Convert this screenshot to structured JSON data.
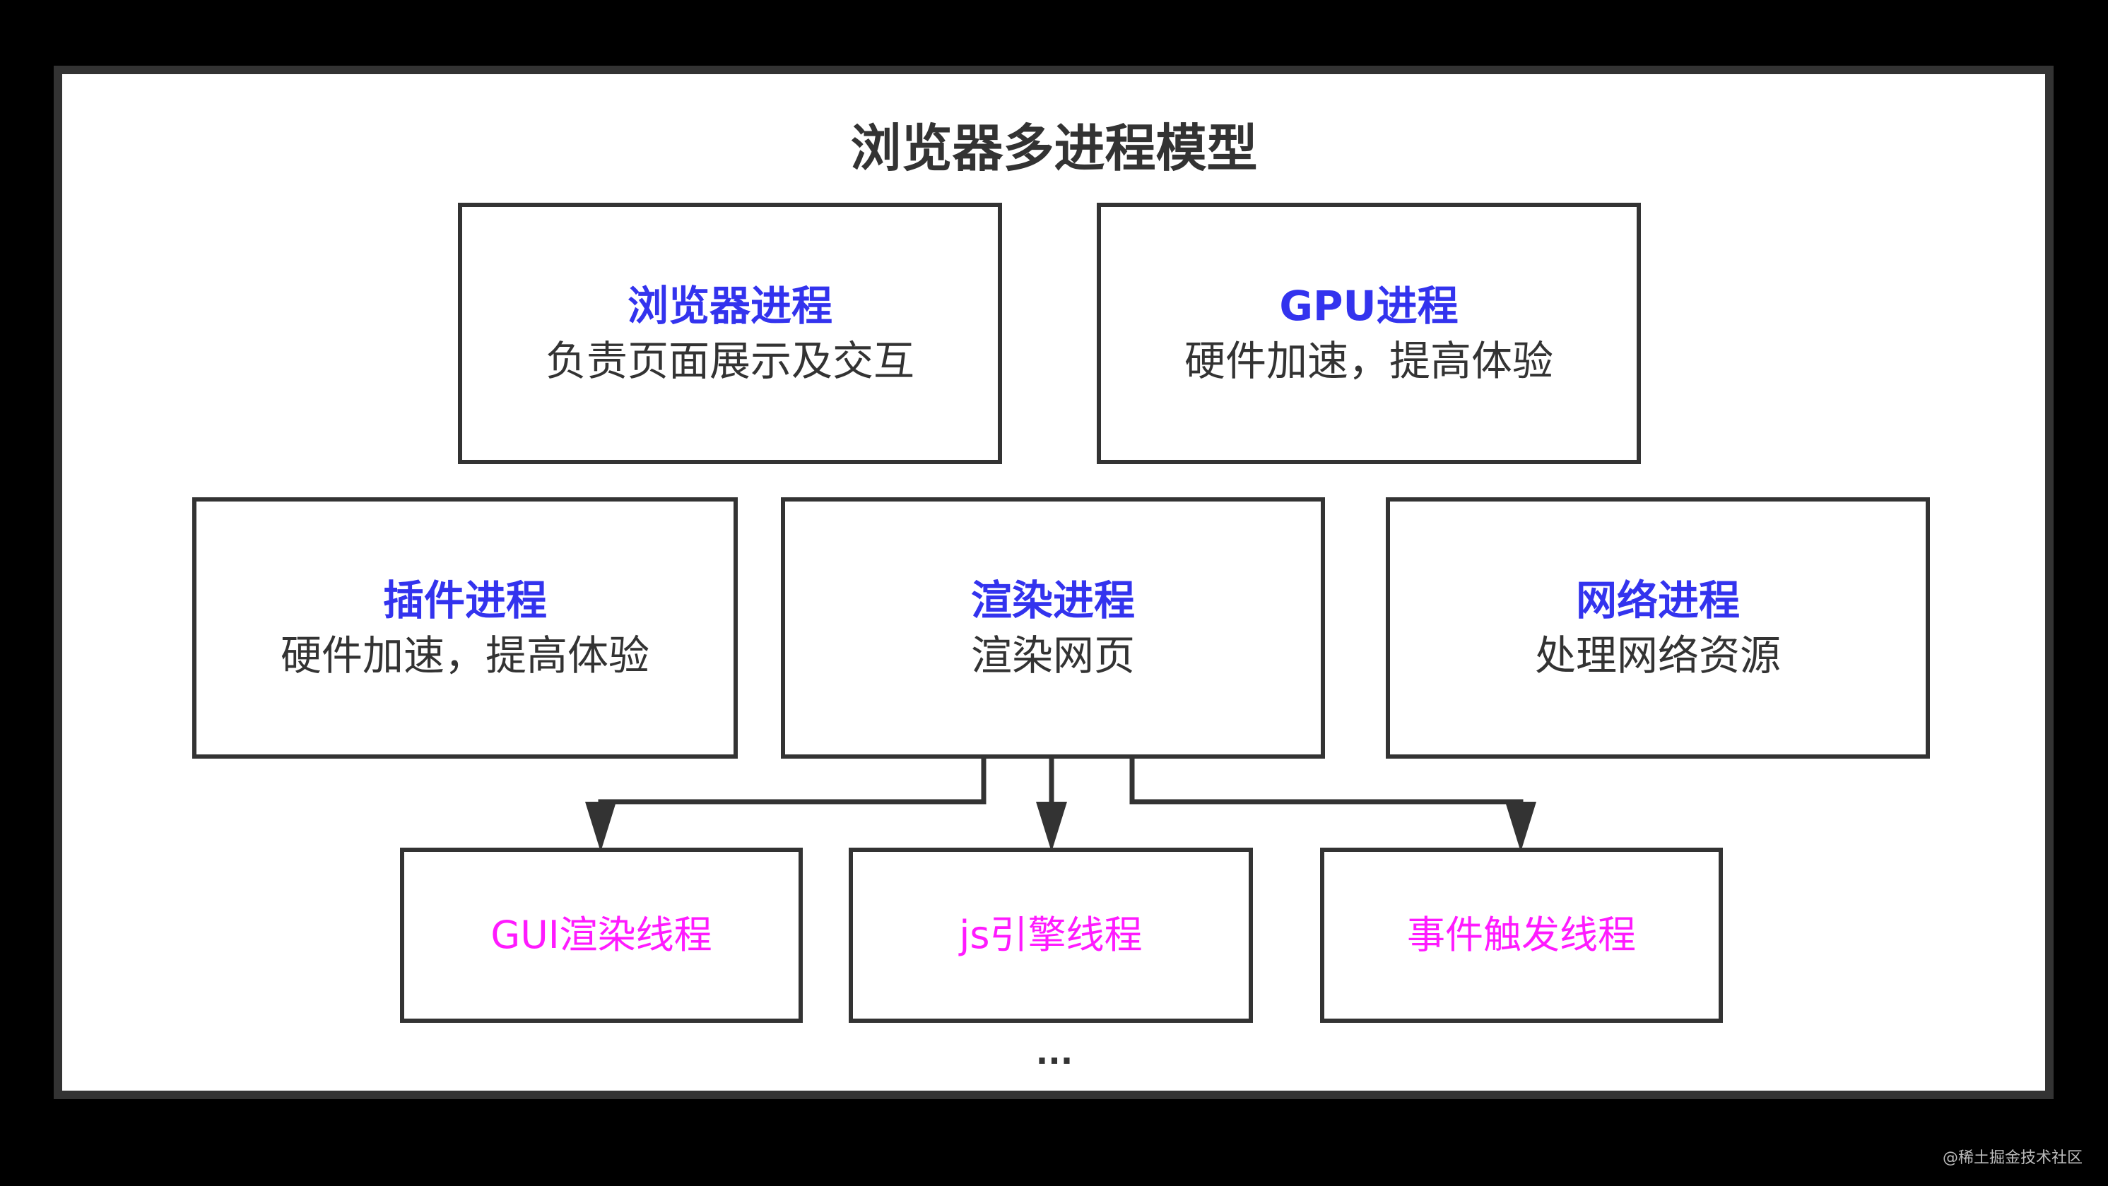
{
  "title": "浏览器多进程模型",
  "processes": {
    "browser": {
      "name": "浏览器进程",
      "desc": "负责页面展示及交互"
    },
    "gpu": {
      "name": "GPU进程",
      "desc": "硬件加速，提高体验"
    },
    "plugin": {
      "name": "插件进程",
      "desc": "硬件加速，提高体验"
    },
    "render": {
      "name": "渲染进程",
      "desc": "渲染网页"
    },
    "network": {
      "name": "网络进程",
      "desc": "处理网络资源"
    }
  },
  "threads": {
    "gui": "GUI渲染线程",
    "js": "js引擎线程",
    "event": "事件触发线程"
  },
  "ellipsis": "...",
  "watermark": "@稀土掘金技术社区",
  "colors": {
    "process_name": "#3333ee",
    "thread_text": "#ff1aff",
    "border": "#333333"
  }
}
